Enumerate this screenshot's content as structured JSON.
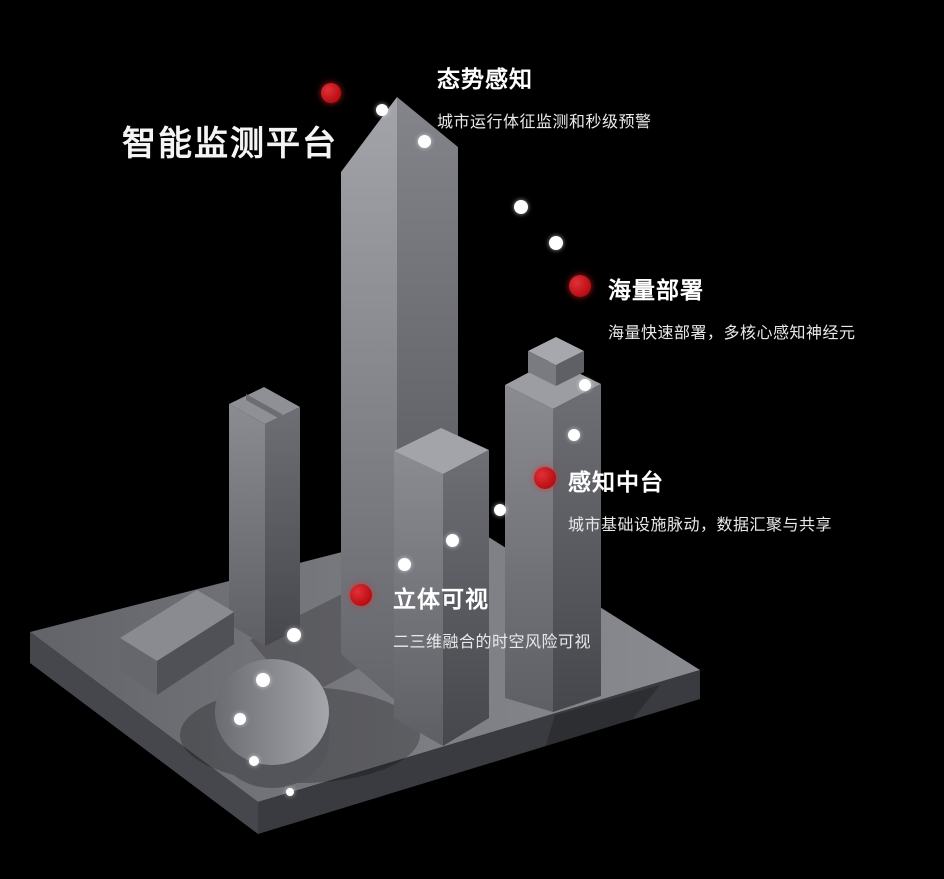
{
  "title": {
    "text": "智能监测平台"
  },
  "features": [
    {
      "label": "态势感知",
      "desc": "城市运行体征监测和秒级预警"
    },
    {
      "label": "海量部署",
      "desc": "海量快速部署，多核心感知神经元"
    },
    {
      "label": "感知中台",
      "desc": "城市基础设施脉动，数据汇聚与共享"
    },
    {
      "label": "立体可视",
      "desc": "二三维融合的时空风险可视"
    }
  ],
  "colors": {
    "background": "#000000",
    "accent_red": "#c9151b",
    "heading_text": "#ffffff",
    "desc_text": "#e9e9e9",
    "building_light": "#a2a4aa",
    "building_mid": "#7e7f85",
    "building_dark": "#54555b",
    "platform": "#75767c"
  }
}
